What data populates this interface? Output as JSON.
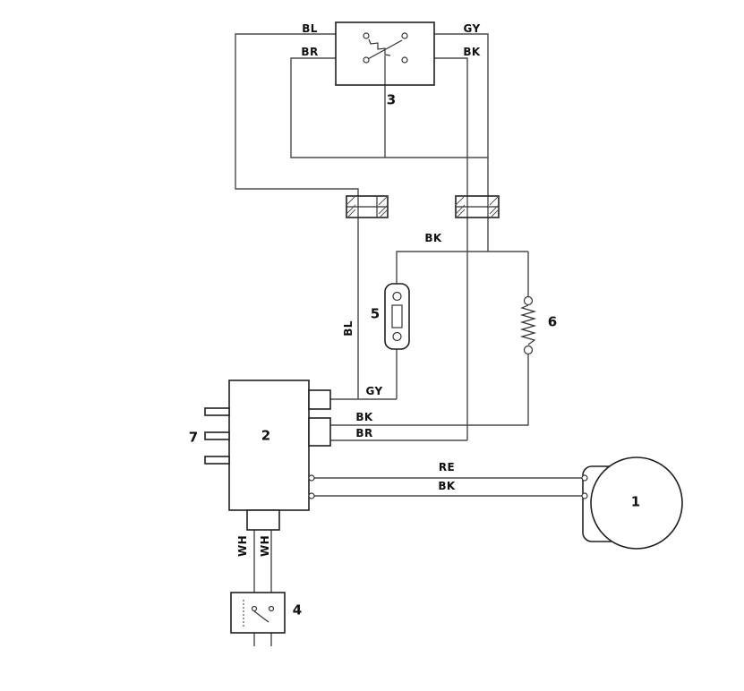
{
  "colors": {
    "line": "#4a4a4a",
    "outline": "#1f1f1f",
    "background": "#ffffff",
    "label": "#111111"
  },
  "components": {
    "motor": {
      "number": "1"
    },
    "control_box": {
      "number": "2"
    },
    "selector_switch": {
      "number": "3"
    },
    "lamp_switch": {
      "number": "4"
    },
    "fuse": {
      "number": "5"
    },
    "resistor": {
      "number": "6"
    },
    "terminal_strip": {
      "number": "7"
    }
  },
  "wire_labels": {
    "bl_switch": "BL",
    "br_switch": "BR",
    "gy_switch": "GY",
    "bk_switch": "BK",
    "bk_mid": "BK",
    "bl_vertical": "BL",
    "gy_control": "GY",
    "bk_control": "BK",
    "br_control": "BR",
    "re_motor": "RE",
    "bk_motor": "BK",
    "wh_left": "WH",
    "wh_right": "WH"
  }
}
